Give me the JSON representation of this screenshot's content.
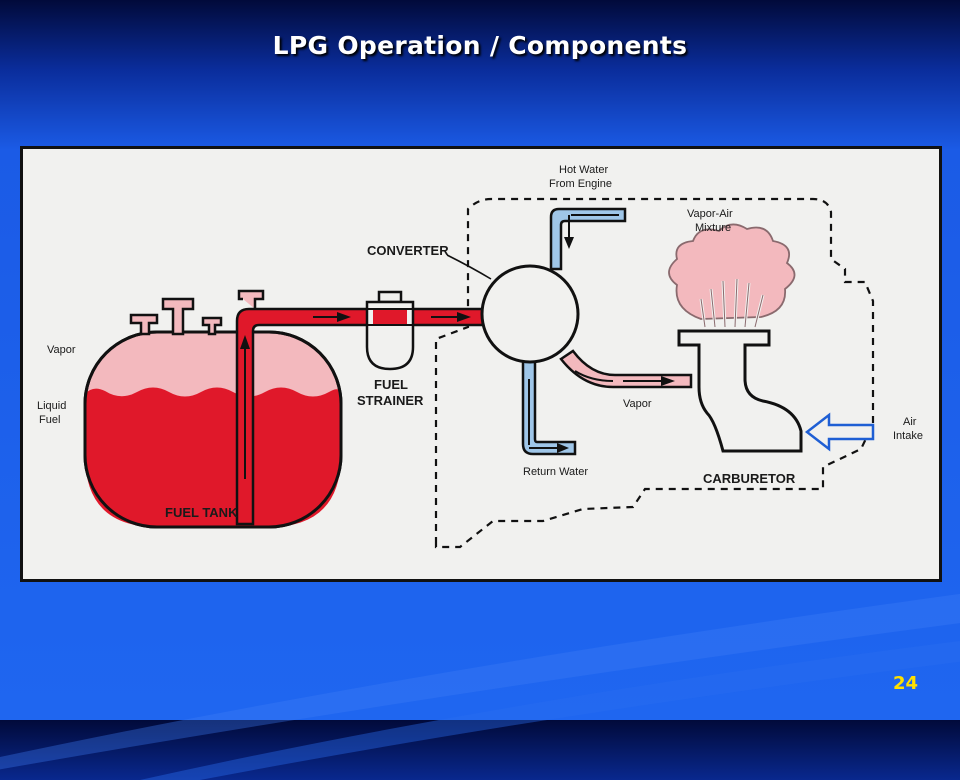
{
  "slide": {
    "title": "LPG Operation / Components",
    "page_number": "24"
  },
  "diagram": {
    "labels": {
      "vapor_tank": "Vapor",
      "liquid": "Liquid",
      "fuel": "Fuel",
      "fuel_tank": "FUEL TANK",
      "fuel_strainer_1": "FUEL",
      "fuel_strainer_2": "STRAINER",
      "converter": "CONVERTER",
      "hot_water_1": "Hot Water",
      "hot_water_2": "From Engine",
      "vapor_air_1": "Vapor-Air",
      "vapor_air_2": "Mixture",
      "vapor_line": "Vapor",
      "return_water": "Return Water",
      "carburetor": "CARBURETOR",
      "air_1": "Air",
      "air_2": "Intake"
    },
    "colors": {
      "liquid_fuel": "#e0182a",
      "vapor_pink": "#f3b9be",
      "water_blue": "#9fc6e8",
      "air_arrow": "#1f5fd4",
      "background": "#f1f1ef"
    }
  }
}
